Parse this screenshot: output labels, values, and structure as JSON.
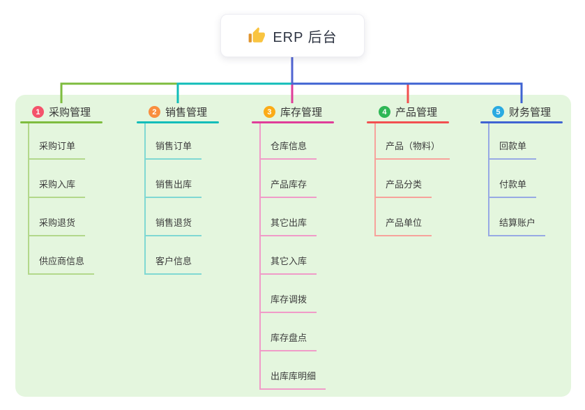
{
  "root": {
    "title": "ERP 后台",
    "icon": "thumbs-up-icon"
  },
  "colors": {
    "panel_bg": "#e4f6de",
    "trunk": "#5064d2",
    "root_text": "#2e3442",
    "thumb_hand": "#f9c440",
    "thumb_cuff": "#e0952f"
  },
  "branches": [
    {
      "num": "1",
      "label": "采购管理",
      "circle_color": "#f4536b",
      "line_color": "#7ebc3f",
      "line_light": "#b2d88a",
      "items": [
        "采购订单",
        "采购入库",
        "采购退货",
        "供应商信息"
      ]
    },
    {
      "num": "2",
      "label": "销售管理",
      "circle_color": "#f98e3f",
      "line_color": "#11bdb9",
      "line_light": "#7fd8d3",
      "items": [
        "销售订单",
        "销售出库",
        "销售退货",
        "客户信息"
      ]
    },
    {
      "num": "3",
      "label": "库存管理",
      "circle_color": "#fbab18",
      "line_color": "#df3d99",
      "line_light": "#f09bc8",
      "items": [
        "仓库信息",
        "产品库存",
        "其它出库",
        "其它入库",
        "库存调拨",
        "库存盘点",
        "出库库明细"
      ]
    },
    {
      "num": "4",
      "label": "产品管理",
      "circle_color": "#2fb756",
      "line_color": "#f25050",
      "line_light": "#f7a29b",
      "items": [
        "产品（物料）",
        "产品分类",
        "产品单位"
      ]
    },
    {
      "num": "5",
      "label": "财务管理",
      "circle_color": "#29aae1",
      "line_color": "#3f63d2",
      "line_light": "#97a9e4",
      "items": [
        "回款单",
        "付款单",
        "结算账户"
      ]
    }
  ]
}
